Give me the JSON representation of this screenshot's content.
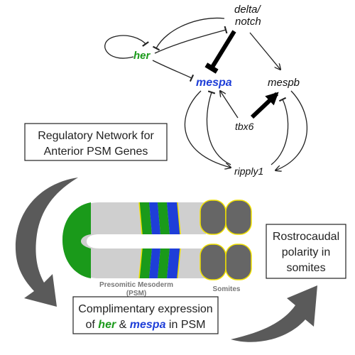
{
  "network": {
    "genes": {
      "delta_notch_1": "delta/",
      "delta_notch_2": "notch",
      "her": "her",
      "mespa": "mespa",
      "mespb": "mespb",
      "tbx6": "tbx6",
      "ripply1": "ripply1"
    }
  },
  "boxes": {
    "regulatory_1": "Regulatory Network for",
    "regulatory_2": "Anterior PSM Genes",
    "polarity_1": "Rostrocaudal",
    "polarity_2": "polarity in",
    "polarity_3": "somites",
    "expression_1": "Complimentary expression",
    "expression_of": "of ",
    "expression_her": "her",
    "expression_amp": " & ",
    "expression_mespa": "mespa",
    "expression_tail": " in PSM"
  },
  "labels": {
    "psm_1": "Presomitic Mesoderm",
    "psm_2": "(PSM)",
    "somites": "Somites"
  },
  "colors": {
    "her_green": "#1a9a1a",
    "mespa_blue": "#1e3ed8",
    "arrow_gray": "#5a5a5a",
    "somite_gray": "#666666",
    "somite_outline": "#f0e000"
  }
}
